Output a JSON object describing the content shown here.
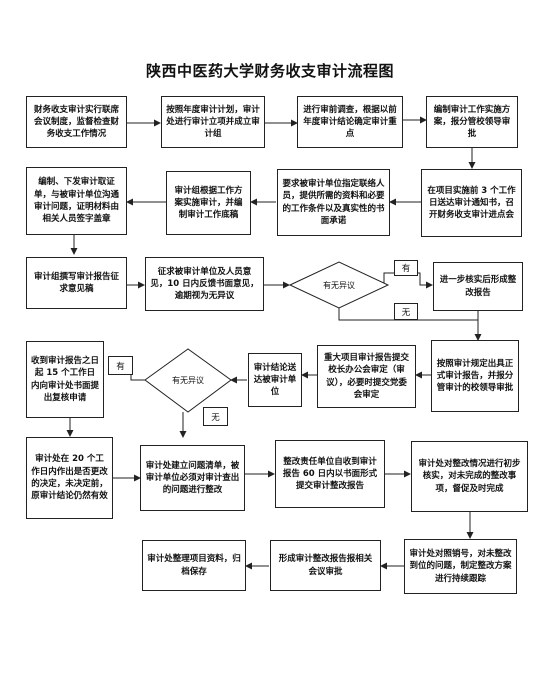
{
  "title": "陕西中医药大学财务收支审计流程图",
  "nodes": {
    "n1": "财务收支审计实行联席会议制度，监督检查财务收支工作情况",
    "n2": "按照年度审计计划，审计处进行审计立项并成立审计组",
    "n3": "进行审前调查，根据以前年度审计结论确定审计重点",
    "n4": "编制审计工作实施方案，报分管校领导审批",
    "n5": "在项目实施前 3 个工作日送达审计通知书，召开财务收支审计进点会",
    "n6": "要求被审计单位指定联络人员，提供所需的资料和必要的工作条件以及真实性的书面承诺",
    "n7": "审计组根据工作方案实施审计，并编制审计工作底稿",
    "n8": "编制、下发审计取证单，与被审计单位沟通审计问题，证明材料由相关人员签字盖章",
    "n9": "审计组撰写审计报告征求意见稿",
    "n10": "征求被审计单位及人员意见，10 日内反馈书面意见，逾期视为无异议",
    "d1": "有无异议",
    "n11": "进一步核实后形成整改报告",
    "n12": "按照审计规定出具正式审计报告，并报分管审计的校领导审批",
    "n13": "重大项目审计报告提交校长办公会审定（审议），必要时提交党委会审定",
    "n14": "审计结论送达被审计单位",
    "d2": "有无异议",
    "n15": "收到审计报告之日起 15 个工作日内向审计处书面提出复核申请",
    "n16": "审计处在 20 个工作日内作出是否更改的决定，未决定前，原审计结论仍然有效",
    "n17": "审计处建立问题清单，被审计单位必须对审计查出的问题进行整改",
    "n18": "整改责任单位自收到审计报告 60 日内以书面形式提交审计整改报告",
    "n19": "审计处对整改情况进行初步核实，对未完成的整改事项，督促及时完成",
    "n20": "审计处对照销号，对未整改到位的问题，制定整改方案进行持续跟踪",
    "n21": "形成审计整改报告报相关会议审批",
    "n22": "审计处整理项目资料，归档保存"
  },
  "labels": {
    "you1": "有",
    "wu1": "无",
    "you2": "有",
    "wu2": "无"
  }
}
